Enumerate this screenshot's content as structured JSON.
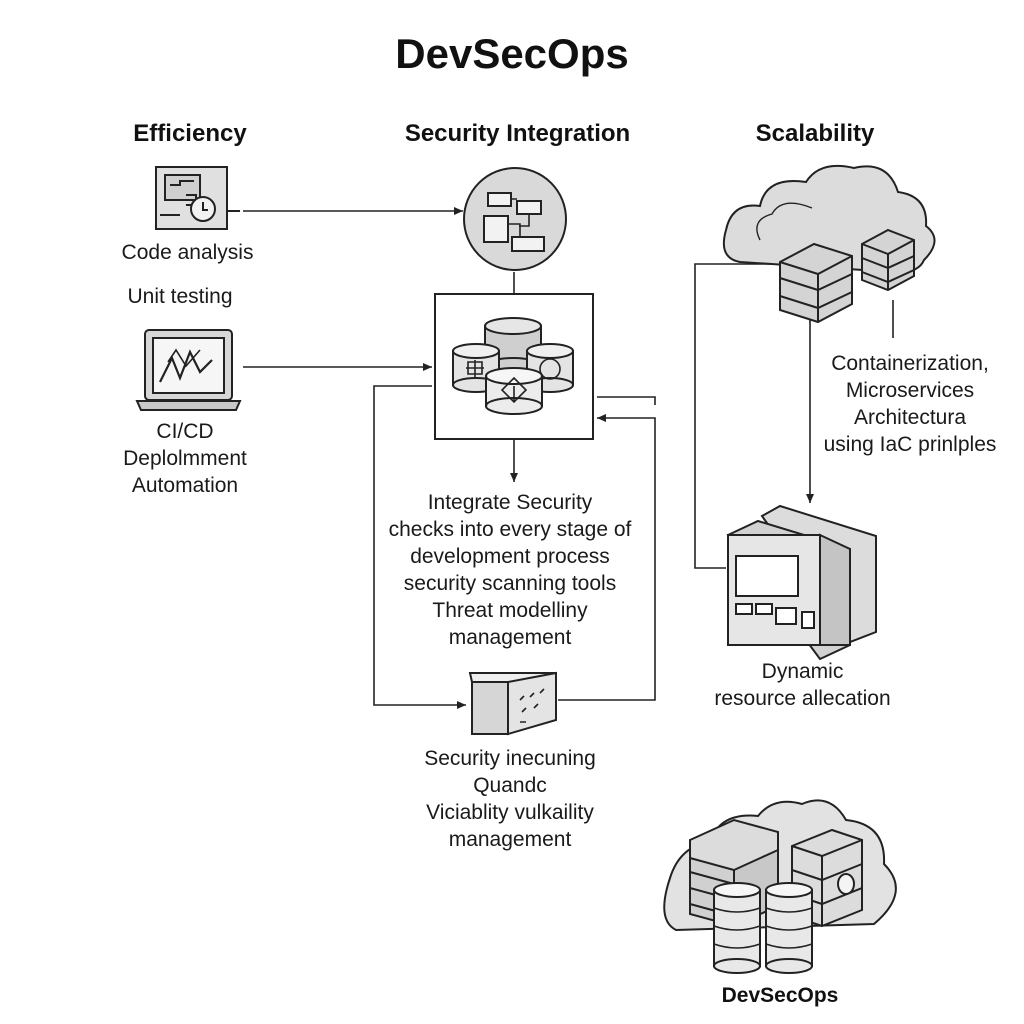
{
  "title": "DevSecOps",
  "columns": {
    "efficiency": "Efficiency",
    "security": "Security Integration",
    "scalability": "Scalability"
  },
  "efficiency": {
    "code_analysis": "Code analysis",
    "unit_testing": "Unit testing",
    "cicd": [
      "CI/CD",
      "Deplolmment",
      "Automation"
    ]
  },
  "security": {
    "description": [
      "Integrate Security",
      "checks into every stage of",
      "development process",
      "security scanning tools",
      "Threat modelliny",
      "management"
    ],
    "bottom": [
      "Security inecuning",
      "Quandc",
      "Viciablity vulkaility",
      "management"
    ]
  },
  "scalability": {
    "containerization": [
      "Containerization,",
      "Microservices",
      "Architectura",
      "using IaC prinlples"
    ],
    "dynamic": [
      "Dynamic",
      "resource allecation"
    ]
  },
  "footer": "DevSecOps",
  "colors": {
    "line": "#222222",
    "icon_fill": "#e0e0e0",
    "icon_dark": "#b8b8b8",
    "cloud": "#dcdcdc"
  },
  "icons": [
    "code-analysis-icon",
    "laptop-icon",
    "flowchart-circle-icon",
    "security-databases-icon",
    "security-box-icon",
    "cloud-servers-icon",
    "server-rack-icon",
    "datacenter-icon"
  ]
}
